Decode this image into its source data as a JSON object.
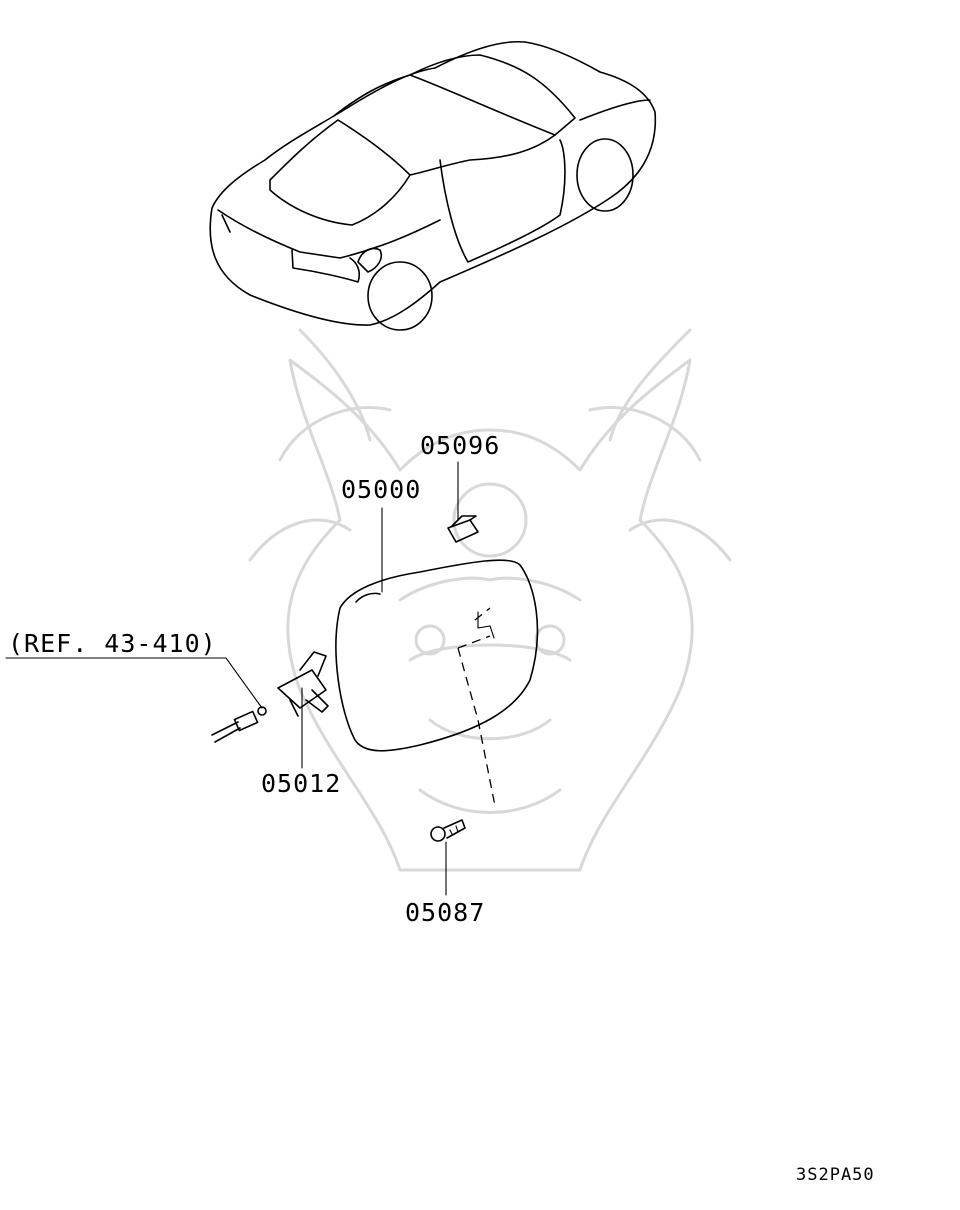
{
  "parts": {
    "fuel_lid_panel": "05000",
    "bumper_stop": "05096",
    "lock_actuator": "05012",
    "screw": "05087"
  },
  "reference_callout": "(REF. 43-410)",
  "diagram_code": "3S2PA50",
  "watermark_icon": "samurai-helmet-logo"
}
